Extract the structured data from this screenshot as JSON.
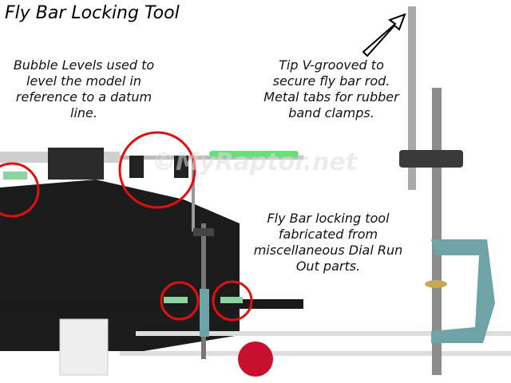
{
  "title": "Fly Bar Locking Tool",
  "annotations": {
    "bubble_levels": "Bubble Levels used to level the model in reference to a datum line.",
    "tip": "Tip V-grooved to secure fly bar rod. Metal tabs for rubber band clamps.",
    "locking_tool": "Fly Bar locking tool fabricated from miscellaneous Dial Run Out parts."
  },
  "watermark": "©MyRaptor.net",
  "colors": {
    "highlight_circle": "#e01010",
    "clamp": "#6fa3a8",
    "flybar_paddle": "#66e07a"
  }
}
